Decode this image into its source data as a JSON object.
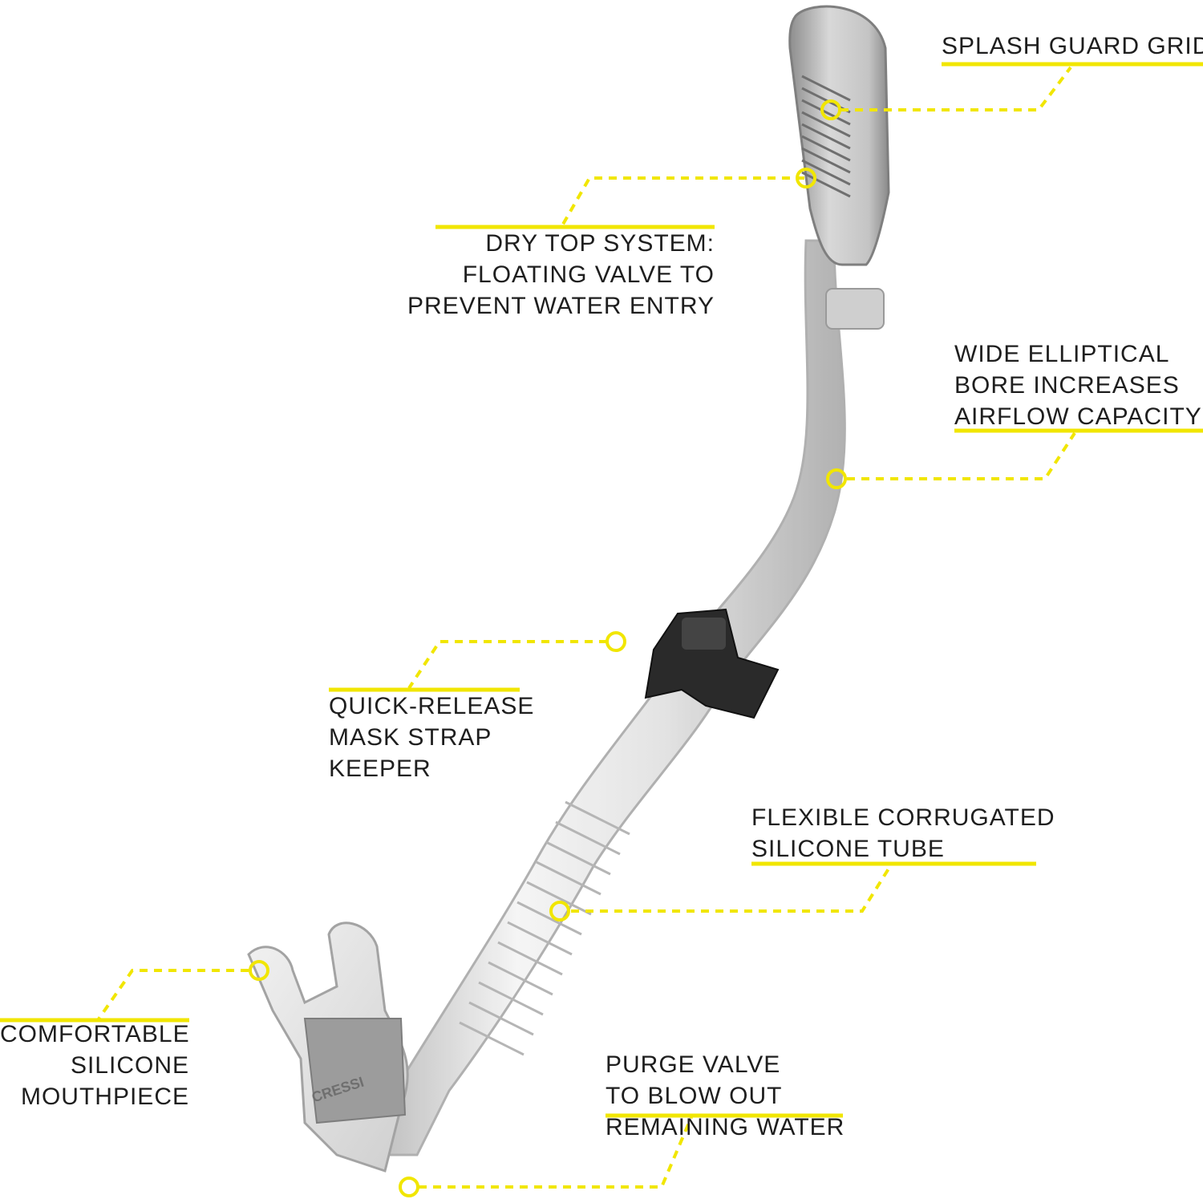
{
  "colors": {
    "accent": "#f1e600",
    "text": "#1e1e1e",
    "tube": "#d9d9d9",
    "tube_edge": "#a8a8a8",
    "keeper": "#2a2a2a",
    "mouthpiece_plate": "#9c9c9c"
  },
  "product": {
    "brand_mark": "CRESSI"
  },
  "callouts": {
    "splash_guard": {
      "lines": [
        "SPLASH GUARD GRID"
      ]
    },
    "dry_top": {
      "lines": [
        "DRY TOP SYSTEM:",
        "FLOATING VALVE TO",
        "PREVENT WATER ENTRY"
      ]
    },
    "bore": {
      "lines": [
        "WIDE ELLIPTICAL",
        "BORE INCREASES",
        "AIRFLOW CAPACITY"
      ]
    },
    "strap_keeper": {
      "lines": [
        "QUICK-RELEASE",
        "MASK STRAP",
        "KEEPER"
      ]
    },
    "corrugated_tube": {
      "lines": [
        "FLEXIBLE CORRUGATED",
        "SILICONE TUBE"
      ]
    },
    "mouthpiece": {
      "lines": [
        "COMFORTABLE",
        "SILICONE",
        "MOUTHPIECE"
      ]
    },
    "purge_valve": {
      "lines": [
        "PURGE VALVE",
        "TO BLOW OUT",
        "REMAINING WATER"
      ]
    }
  }
}
